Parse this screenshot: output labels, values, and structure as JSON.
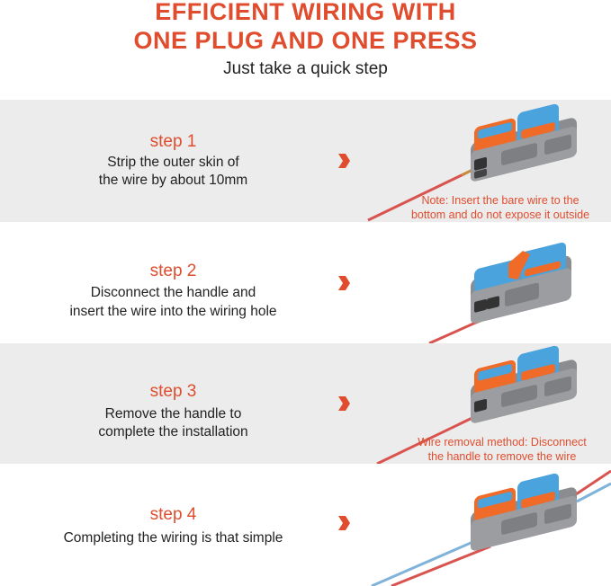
{
  "header": {
    "title_line1": "EFFICIENT WIRING WITH",
    "title_line2": "ONE PLUG AND ONE PRESS",
    "subtitle": "Just take a quick step"
  },
  "steps": [
    {
      "title": "step 1",
      "desc_line1": "Strip the outer skin of",
      "desc_line2": "the wire by about 10mm",
      "note_line1": "Note: Insert the bare wire to the",
      "note_line2": "bottom and do not expose it outside"
    },
    {
      "title": "step 2",
      "desc_line1": "Disconnect the handle and",
      "desc_line2": "insert the wire into the wiring hole"
    },
    {
      "title": "step 3",
      "desc_line1": "Remove the handle to",
      "desc_line2": "complete the installation",
      "note_line1": "Wire removal method: Disconnect",
      "note_line2": "the handle to remove the wire"
    },
    {
      "title": "step 4",
      "desc_line1": "Completing the wiring is that simple"
    }
  ],
  "colors": {
    "accent": "#df4d2e",
    "band_gray": "#ececec",
    "connector_gray": "#8a8c8f",
    "lever_orange": "#f06a28",
    "lever_blue": "#4aa3dc",
    "wire_red": "#d9534f",
    "wire_blue": "#7fb3d9",
    "copper": "#c98a3e"
  },
  "icons": [
    "chevron-right-icon",
    "wire-connector-icon"
  ]
}
